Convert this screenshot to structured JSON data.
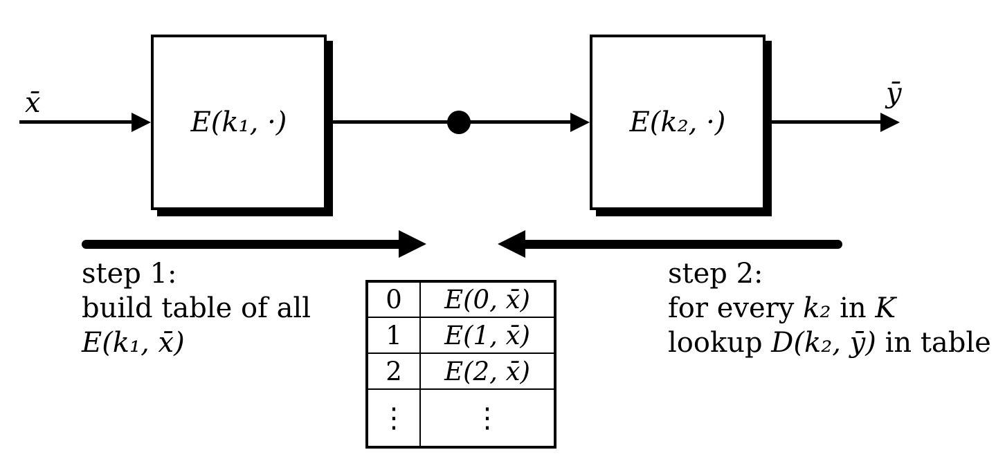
{
  "diagram": {
    "input_label": "x̄",
    "output_label": "ȳ",
    "box1_label": "E(k₁, ·)",
    "box2_label": "E(k₂, ·)",
    "colors": {
      "ink": "#000000",
      "background": "#ffffff"
    },
    "junction_icon": "filled-circle",
    "arrow_icon": "right-arrowhead"
  },
  "step1": {
    "title": "step 1:",
    "line2": "build table of all",
    "line3_math": "E(k₁, x̄)"
  },
  "step2": {
    "title": "step 2:",
    "line2_prefix": "for every ",
    "line2_math": "k₂",
    "line2_mid": " in ",
    "line2_keyspace": "K",
    "line3_prefix": "lookup ",
    "line3_math": "D(k₂, ȳ)",
    "line3_suffix": " in table"
  },
  "table": {
    "rows": [
      {
        "key": "0",
        "value": "E(0, x̄)"
      },
      {
        "key": "1",
        "value": "E(1, x̄)"
      },
      {
        "key": "2",
        "value": "E(2, x̄)"
      },
      {
        "key": "⋮",
        "value": "⋮"
      }
    ]
  }
}
